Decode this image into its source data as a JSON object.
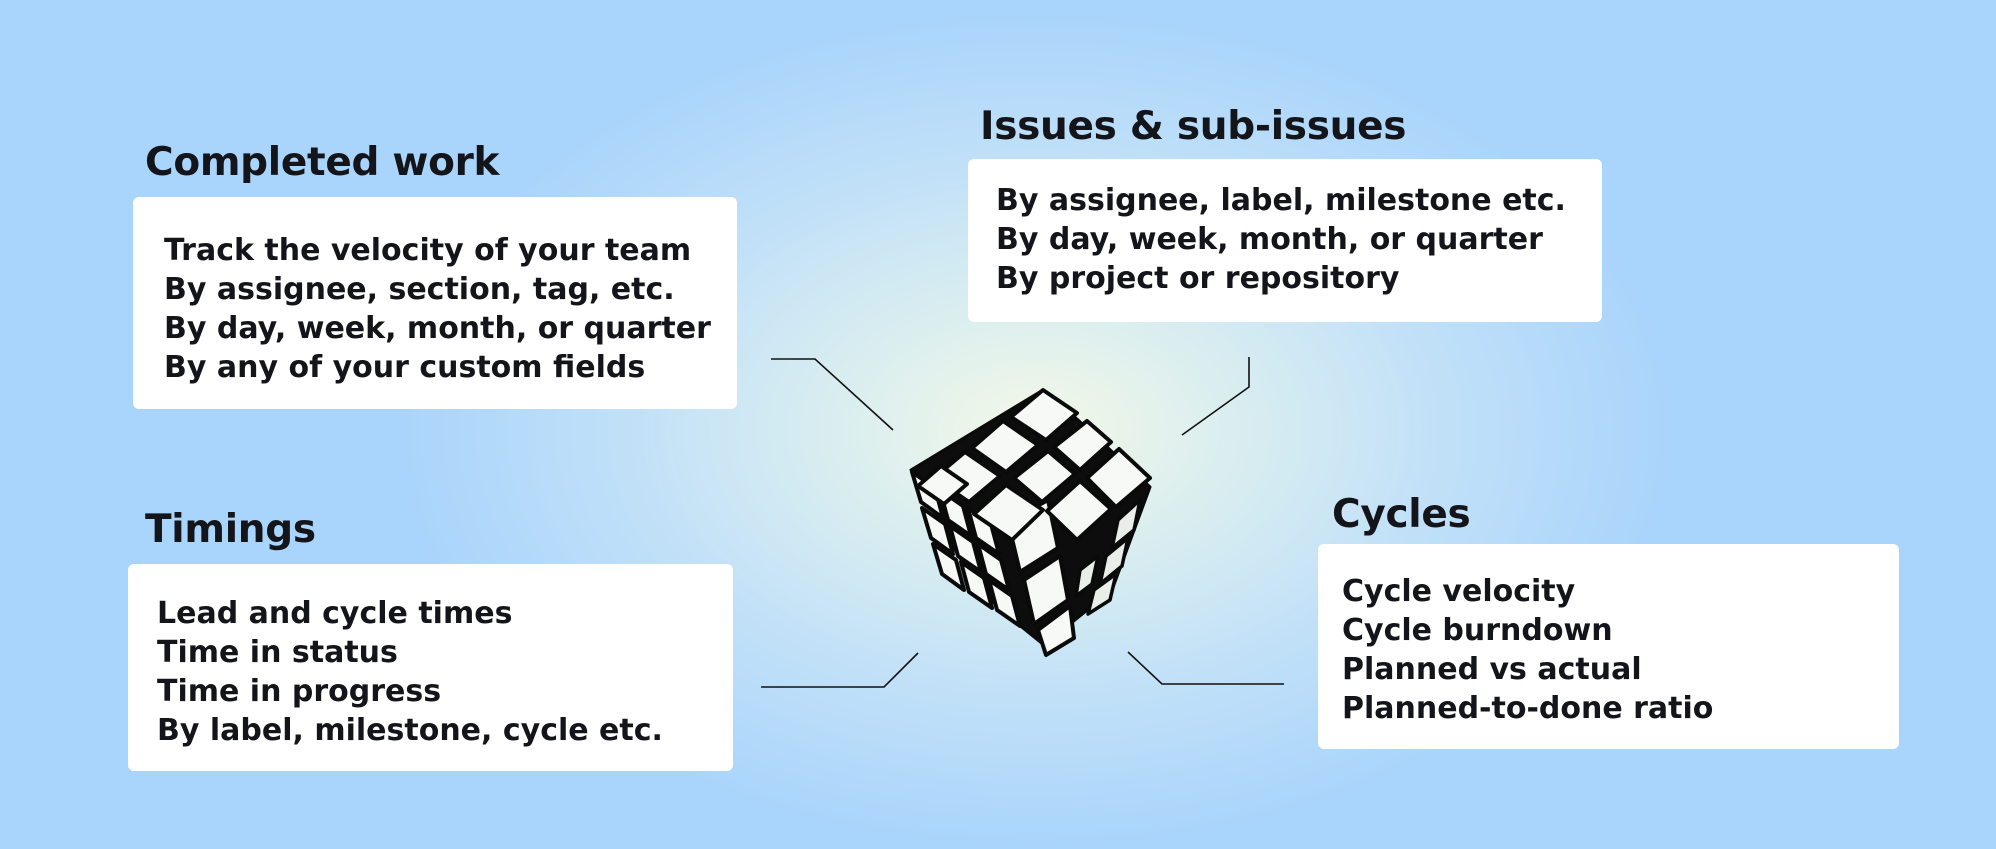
{
  "sections": {
    "completed": {
      "title": "Completed work",
      "items": [
        "Track the velocity of your team",
        "By assignee, section, tag, etc.",
        "By day, week, month, or quarter",
        "By any of your custom fields"
      ]
    },
    "issues": {
      "title": "Issues & sub-issues",
      "items": [
        "By assignee, label, milestone etc.",
        "By day, week, month, or quarter",
        "By project or repository"
      ]
    },
    "timings": {
      "title": "Timings",
      "items": [
        "Lead and cycle times",
        "Time in status",
        "Time in progress",
        "By label, milestone, cycle etc."
      ]
    },
    "cycles": {
      "title": "Cycles",
      "items": [
        "Cycle velocity",
        "Cycle burndown",
        "Planned vs actual",
        "Planned-to-done ratio"
      ]
    }
  },
  "colors": {
    "background_center": "#f3f8e6",
    "background_edge": "#a9d4fb",
    "card": "#ffffff",
    "text": "#14151a"
  },
  "illustration": {
    "icon": "rubiks-cube-icon"
  }
}
